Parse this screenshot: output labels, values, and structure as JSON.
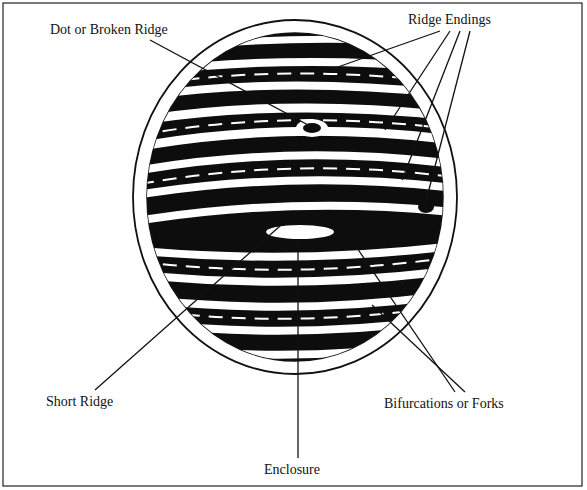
{
  "diagram": {
    "labels": [
      "Dot or Broken Ridge",
      "Ridge Endings",
      "Short Ridge",
      "Bifurcations or Forks",
      "Enclosure"
    ]
  }
}
